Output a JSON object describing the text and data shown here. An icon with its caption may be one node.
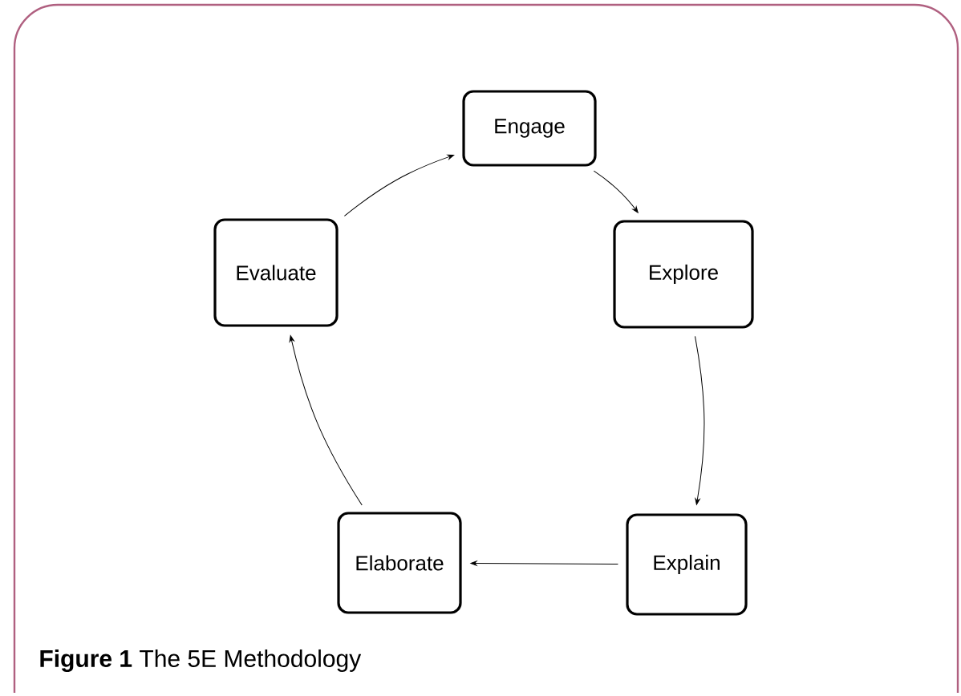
{
  "diagram": {
    "caption": "**Figure 1** The 5E Methodology",
    "nodes": [
      {
        "text": [
          "Engage"
        ]
      },
      {
        "text": [
          "Explore"
        ]
      },
      {
        "text": [
          "Explain"
        ]
      },
      {
        "text": [
          "Elaborate"
        ]
      },
      {
        "text": [
          "Evaluate"
        ]
      }
    ],
    "edges": [
      {
        "from": 0,
        "to": 1,
        "arrow": "to"
      },
      {
        "from": 1,
        "to": 2,
        "arrow": "to"
      },
      {
        "from": 2,
        "to": 3,
        "arrow": "to"
      },
      {
        "from": 3,
        "to": 4,
        "arrow": "to"
      },
      {
        "from": 4,
        "to": 0,
        "arrow": "to"
      }
    ]
  }
}
